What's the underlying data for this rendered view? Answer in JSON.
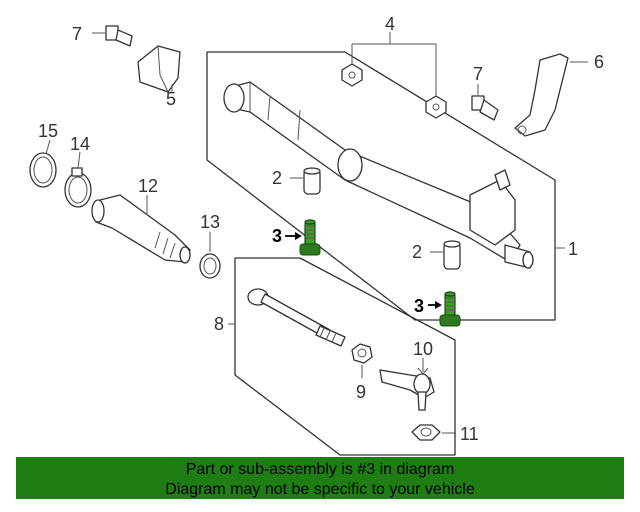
{
  "diagram": {
    "callouts": [
      "1",
      "2",
      "2",
      "3",
      "3",
      "4",
      "5",
      "6",
      "7",
      "7",
      "8",
      "9",
      "10",
      "11",
      "12",
      "13",
      "14",
      "15"
    ],
    "highlight_color": "#3f9a2c"
  },
  "banner": {
    "line1": "Part or sub-assembly is #3 in diagram",
    "line2": "Diagram may not be specific to your vehicle",
    "background": "#1e7e14"
  }
}
